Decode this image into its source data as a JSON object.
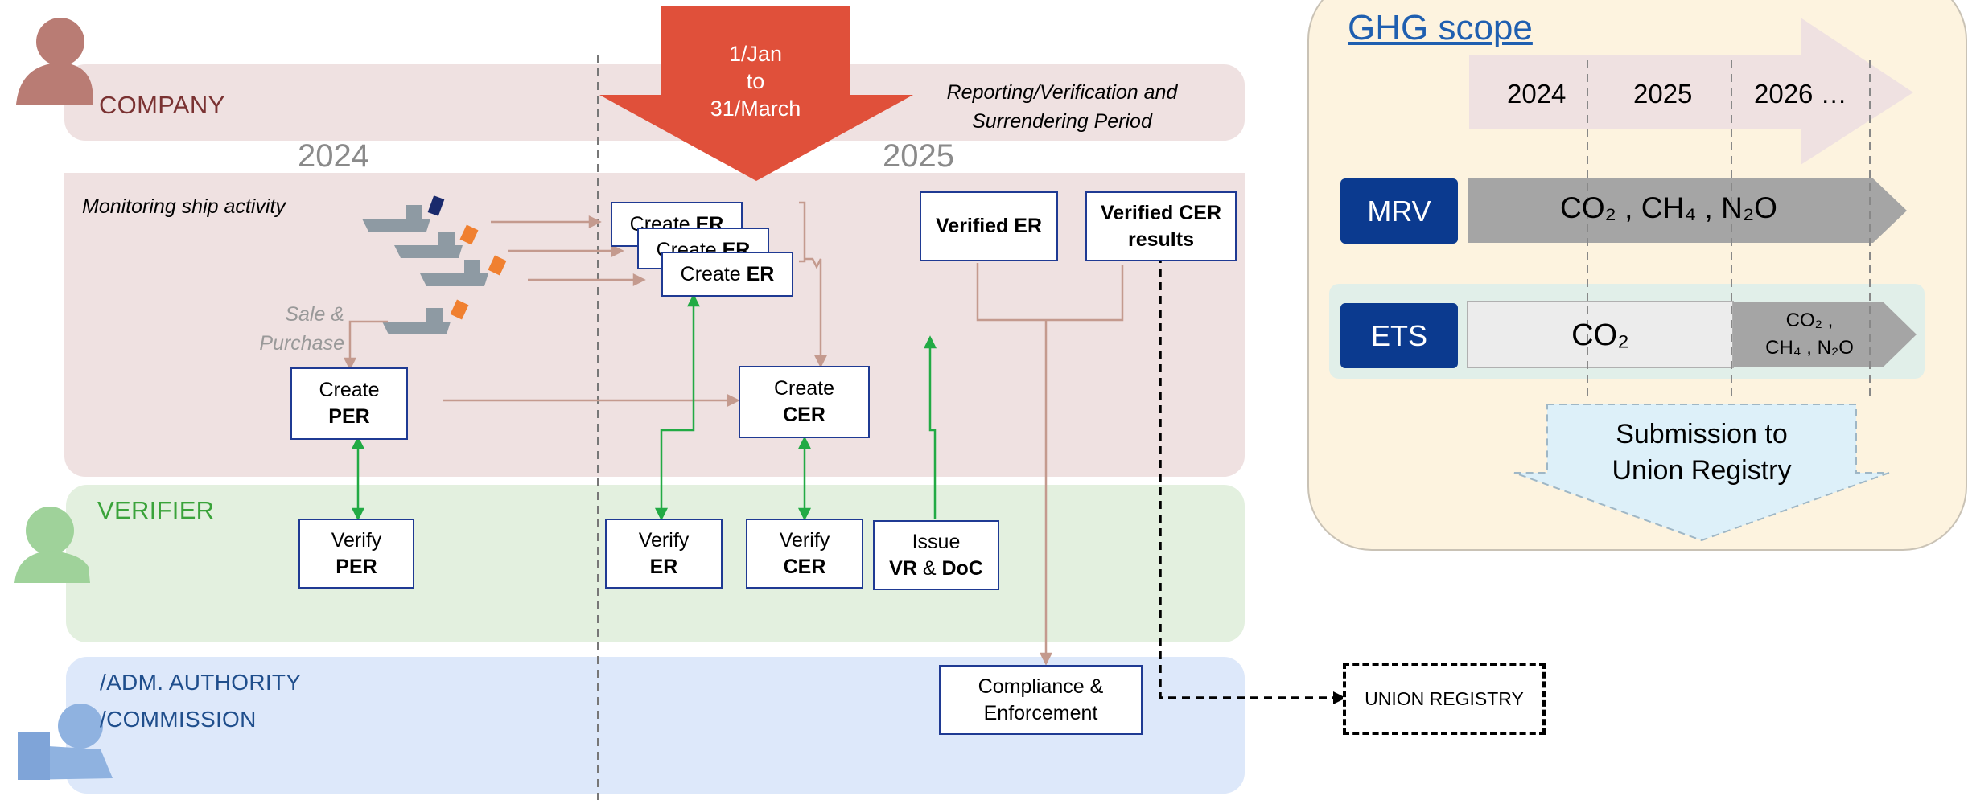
{
  "lanes": {
    "company": "COMPANY",
    "verifier": "VERIFIER",
    "authority_line1": "/ADM. AUTHORITY",
    "authority_line2": "/COMMISSION"
  },
  "years": {
    "left": "2024",
    "right": "2025"
  },
  "period": {
    "arrow_line1": "1/Jan",
    "arrow_line2": "to",
    "arrow_line3": "31/March",
    "caption_line1": "Reporting/Verification and",
    "caption_line2": "Surrendering Period"
  },
  "monitoring_label": "Monitoring ship activity",
  "sale_purchase": {
    "line1": "Sale &",
    "line2": "Purchase"
  },
  "boxes": {
    "create_er_prefix": "Create ",
    "er": "ER",
    "create": "Create",
    "per": "PER",
    "cer": "CER",
    "verify": "Verify",
    "verified_er": "Verified ER",
    "verified_cer_line1": "Verified CER",
    "verified_cer_line2": "results",
    "issue": "Issue",
    "vr": "VR",
    "amp": " & ",
    "doc": "DoC",
    "compliance_line1": "Compliance &",
    "compliance_line2": "Enforcement",
    "union_registry": "UNION REGISTRY"
  },
  "ghg": {
    "title": "GHG scope",
    "years": [
      "2024",
      "2025",
      "2026 …"
    ],
    "mrv_label": "MRV",
    "ets_label": "ETS",
    "mrv_gases": "CO₂ , CH₄ , N₂O",
    "ets_co2": "CO₂",
    "ets_later_line1": "CO₂ ,",
    "ets_later_line2": "CH₄ , N₂O",
    "submission_line1": "Submission to",
    "submission_line2": "Union Registry"
  },
  "colors": {
    "company_text": "#7a3232",
    "verifier_text": "#3aa33a",
    "authority_text": "#1f4e8c",
    "period_arrow": "#e0503a",
    "flow_brown": "#c49a8e",
    "flow_green": "#22aa44",
    "tag_blue": "#0b3a8f"
  }
}
